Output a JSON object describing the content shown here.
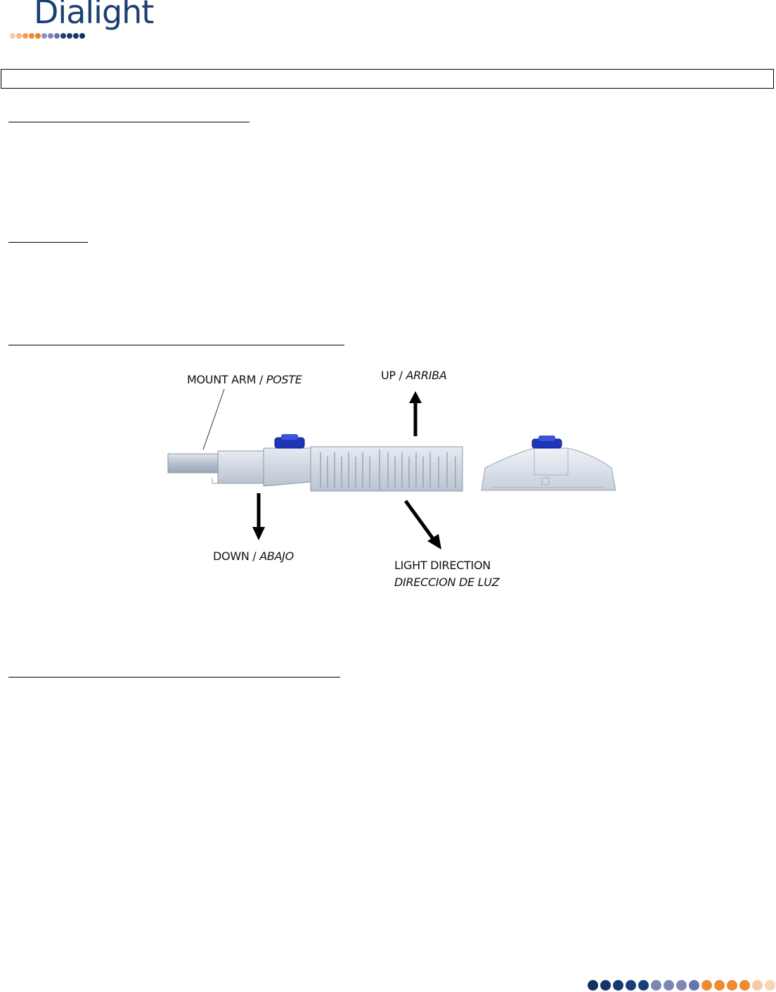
{
  "header": {
    "logo_text": "Dialight",
    "logo_dot_colors": [
      "#f8c9a0",
      "#f7b888",
      "#f39a4e",
      "#ef8a33",
      "#ee8030",
      "#8a93bf",
      "#7d86b6",
      "#6b74a8",
      "#1b3f75",
      "#173a6e",
      "#143566",
      "#12305f"
    ]
  },
  "diagram": {
    "mount_arm": "MOUNT ARM",
    "mount_arm_es": "POSTE",
    "up": "UP",
    "up_es": "ARRIBA",
    "down": "DOWN",
    "down_es": "ABAJO",
    "light_direction": "LIGHT DIRECTION",
    "light_direction_es": "DIRECCION DE LUZ",
    "separator": " / "
  },
  "footer": {
    "dot_colors": [
      "#12305f",
      "#143566",
      "#173a6e",
      "#1b3f75",
      "#1b3f75",
      "#7d86b6",
      "#7d86b6",
      "#7d86b6",
      "#6b74a8",
      "#ef8a33",
      "#ef8a33",
      "#ef8a33",
      "#ef8a33",
      "#f7c9a0",
      "#f8d6b5"
    ]
  }
}
